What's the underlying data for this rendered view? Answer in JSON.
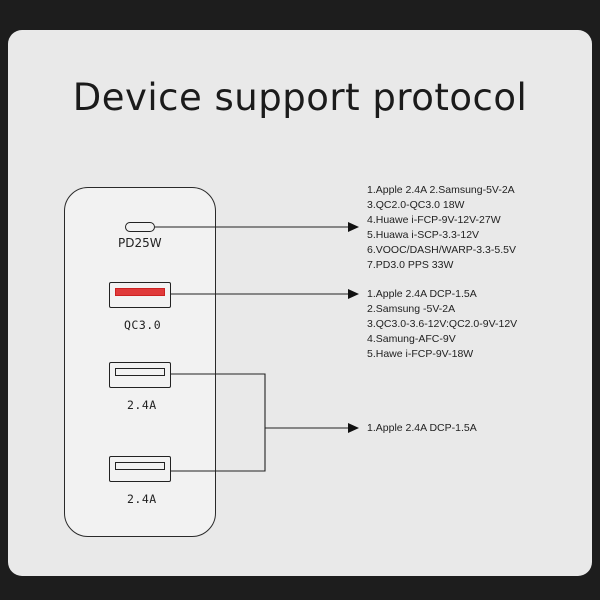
{
  "title": "Device support protocol",
  "ports": {
    "usbc": {
      "label": "PD25W"
    },
    "qc": {
      "label": "QC3.0"
    },
    "a1": {
      "label": "2.4A"
    },
    "a2": {
      "label": "2.4A"
    }
  },
  "groups": {
    "pd": [
      "1.Apple 2.4A  2.Samsung-5V-2A",
      "3.QC2.0-QC3.0  18W",
      "4.Huawe i-FCP-9V-12V-27W",
      "5.Huawa i-SCP-3.3-12V",
      "6.VOOC/DASH/WARP-3.3-5.5V",
      "7.PD3.0  PPS  33W"
    ],
    "qc": [
      "1.Apple 2.4A  DCP-1.5A",
      "2.Samsung -5V-2A",
      "3.QC3.0-3.6-12V:QC2.0-9V-12V",
      "4.Samung-AFC-9V",
      "5.Hawe i-FCP-9V-18W"
    ],
    "a": [
      "1.Apple 2.4A  DCP-1.5A"
    ]
  },
  "colors": {
    "card": "#e9e9e9",
    "frame": "#1d1d1d",
    "qc_accent": "#e03a3a"
  }
}
